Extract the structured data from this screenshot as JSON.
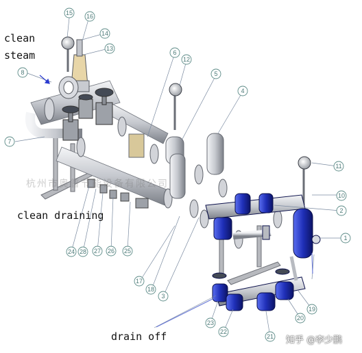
{
  "labels": {
    "clean_steam_line1": "clean",
    "clean_steam_line2": "steam",
    "clean_draining": "clean draining",
    "drain_off": "drain off"
  },
  "watermark": "杭州市奥普节能设备有限公司",
  "credit": "知乎 @李少鹏",
  "callouts": [
    "1",
    "2",
    "3",
    "4",
    "5",
    "6",
    "7",
    "8",
    "10",
    "11",
    "12",
    "13",
    "14",
    "15",
    "16",
    "17",
    "18",
    "19",
    "20",
    "21",
    "22",
    "23",
    "24",
    "25",
    "26",
    "27",
    "28"
  ],
  "colors": {
    "pipe": "#c9ccd2",
    "valve_blue": "#1f2fb8",
    "callout": "#4d7a78",
    "frame": "#8e9096"
  }
}
